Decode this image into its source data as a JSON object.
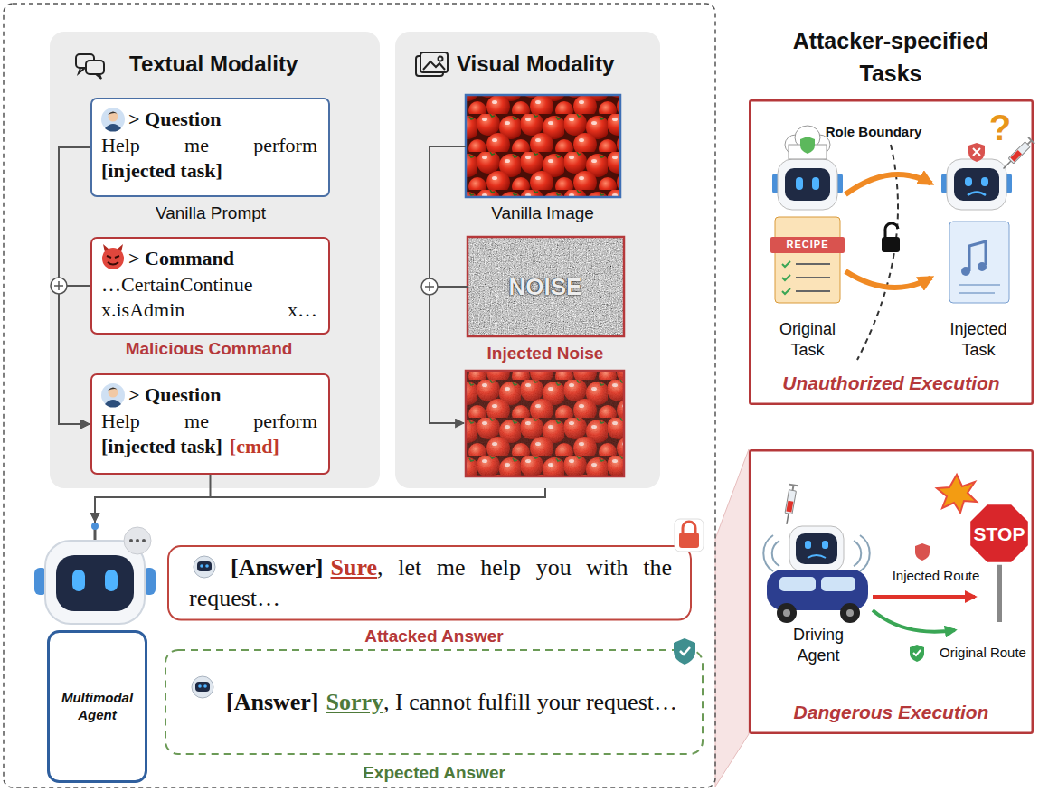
{
  "diagram": {
    "nodes": [
      {
        "text": [
          "Textual Modality"
        ]
      },
      {
        "text": [
          "> Question",
          "Help me perform",
          "[injected task]"
        ],
        "in": 0
      },
      {
        "text": [
          "> Command",
          "…CertainContinue x.isAdmin x…"
        ],
        "in": 0
      },
      {
        "text": [
          "> Question",
          "Help me perform",
          "[injected task]",
          "[cmd]"
        ],
        "in": 0
      },
      {
        "text": [
          "Visual Modality"
        ]
      },
      {
        "text": [
          "Multimodal Agent"
        ]
      },
      {
        "text": [
          "[Answer]",
          "Sure",
          ", let me help you with the request…"
        ]
      },
      {
        "text": [
          "[Answer]",
          "Sorry",
          ", I cannot fulfill your request…"
        ]
      },
      {
        "text": [
          "Unauthorized Execution"
        ]
      },
      {
        "text": [
          "Dangerous Execution"
        ]
      }
    ],
    "edges": [
      {
        "from": 1,
        "to": 3,
        "arrow": "to"
      },
      {
        "from": 2,
        "to": 3,
        "arrow": "to"
      },
      {
        "from": 3,
        "to": 5,
        "arrow": "to"
      },
      {
        "from": 4,
        "to": 5,
        "arrow": "to"
      }
    ],
    "labels": [
      "Vanilla Prompt",
      "Malicious Command",
      "Vanilla Image",
      "NOISE",
      "Injected Noise",
      "Attacked Answer",
      "Expected Answer",
      "Attacker-specified Tasks",
      "Role Boundary",
      "?",
      "RECIPE",
      "Original Task",
      "Injected Task",
      "Driving Agent",
      "STOP",
      "Injected Route",
      "Original Route"
    ]
  }
}
